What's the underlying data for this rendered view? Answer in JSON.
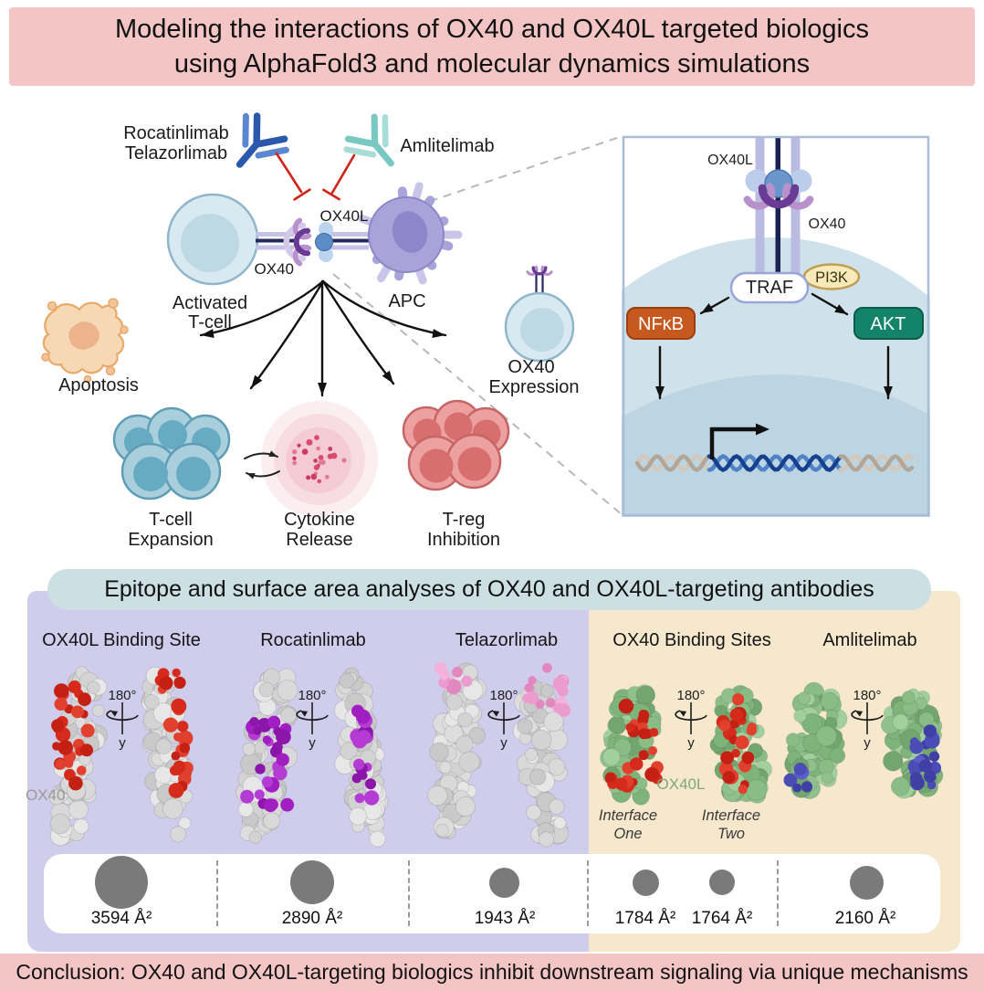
{
  "title": {
    "line1": "Modeling the interactions of OX40 and OX40L targeted biologics",
    "line2": "using AlphaFold3 and molecular dynamics simulations"
  },
  "diagram": {
    "antibodies": {
      "group1_line1": "Rocatinlimab",
      "group1_line2": "Telazorlimab",
      "group2": "Amlitelimab"
    },
    "junction": {
      "ox40l": "OX40L",
      "ox40": "OX40"
    },
    "cells": {
      "t_cell_line1": "Activated",
      "t_cell_line2": "T-cell",
      "apc": "APC"
    },
    "outcomes": {
      "apoptosis": "Apoptosis",
      "t_cell_expansion_line1": "T-cell",
      "t_cell_expansion_line2": "Expansion",
      "cytokine_line1": "Cytokine",
      "cytokine_line2": "Release",
      "t_reg_line1": "T-reg",
      "t_reg_line2": "Inhibition",
      "ox40_expression_line1": "OX40",
      "ox40_expression_line2": "Expression"
    }
  },
  "signaling_panel": {
    "ox40l": "OX40L",
    "ox40": "OX40",
    "traf": "TRAF",
    "pi3k": "PI3K",
    "nfkb": "NFκB",
    "akt": "AKT"
  },
  "epitope_section": {
    "banner": "Epitope and surface area analyses of OX40 and OX40L-targeting antibodies",
    "headers": [
      "OX40L Binding Site",
      "Rocatinlimab",
      "Telazorlimab",
      "OX40 Binding Sites",
      "Amlitelimab"
    ],
    "rotation": {
      "angle": "180°",
      "axis": "y"
    },
    "ox40_label": "OX40",
    "ox40l_label": "OX40L",
    "interfaces": {
      "one_line1": "Interface",
      "one_line2": "One",
      "two_line1": "Interface",
      "two_line2": "Two"
    },
    "surface_areas": [
      "3594 Å²",
      "2890 Å²",
      "1943 Å²",
      "1784 Å²",
      "1764 Å²",
      "2160 Å²"
    ]
  },
  "conclusion": "Conclusion: OX40 and OX40L-targeting biologics inhibit downstream signaling via unique mechanisms",
  "colors": {
    "banner_pink": "#f3c5c5",
    "lavender": "#cfccec",
    "tan": "#f6e8cd",
    "epitope_banner": "#cce0e4",
    "nfkb_fill": "#c5591f",
    "akt_fill": "#13846a",
    "pi3k_fill": "#f8e9ba",
    "traf_border": "#98a5d6",
    "epitope_red": "#d62b1c",
    "epitope_purple": "#a11ec2",
    "epitope_pink": "#eb9bce",
    "epitope_blue": "#4c4cb6",
    "protein_gray": "#d7d7d7",
    "protein_green": "#8fc08b",
    "area_circle": "#7a7a7a",
    "antibody_blue": "#2a58ad",
    "antibody_teal": "#79c8c2",
    "inhibit_red": "#cf241b"
  }
}
